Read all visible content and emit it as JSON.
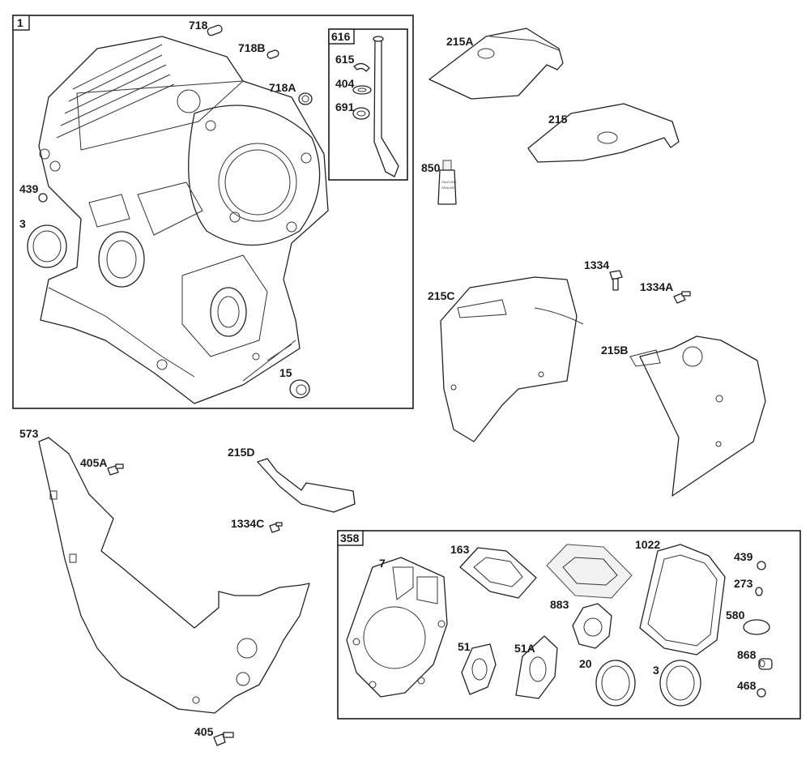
{
  "groups": {
    "engine_block": {
      "tag": "1"
    },
    "dipstick": {
      "tag": "616"
    },
    "gasket_set": {
      "tag": "358"
    }
  },
  "labels": {
    "p718": "718",
    "p718B": "718B",
    "p718A": "718A",
    "p439a": "439",
    "p3a": "3",
    "p15": "15",
    "p615": "615",
    "p404": "404",
    "p691": "691",
    "p215A": "215A",
    "p215": "215",
    "p850": "850",
    "p1334": "1334",
    "p1334A": "1334A",
    "p215C": "215C",
    "p215B": "215B",
    "p573": "573",
    "p405A": "405A",
    "p215D": "215D",
    "p1334C": "1334C",
    "p405": "405",
    "p7": "7",
    "p163": "163",
    "p1022": "1022",
    "p439b": "439",
    "p273": "273",
    "p580": "580",
    "p883": "883",
    "p51": "51",
    "p51A": "51A",
    "p20": "20",
    "p3b": "3",
    "p868": "868",
    "p468": "468"
  },
  "icons": {
    "sealant_tube": "sealant-tube-icon",
    "bolt": "bolt-icon",
    "seal": "oil-seal-icon"
  },
  "colors": {
    "line": "#1a1a1a",
    "fill": "#ffffff"
  }
}
